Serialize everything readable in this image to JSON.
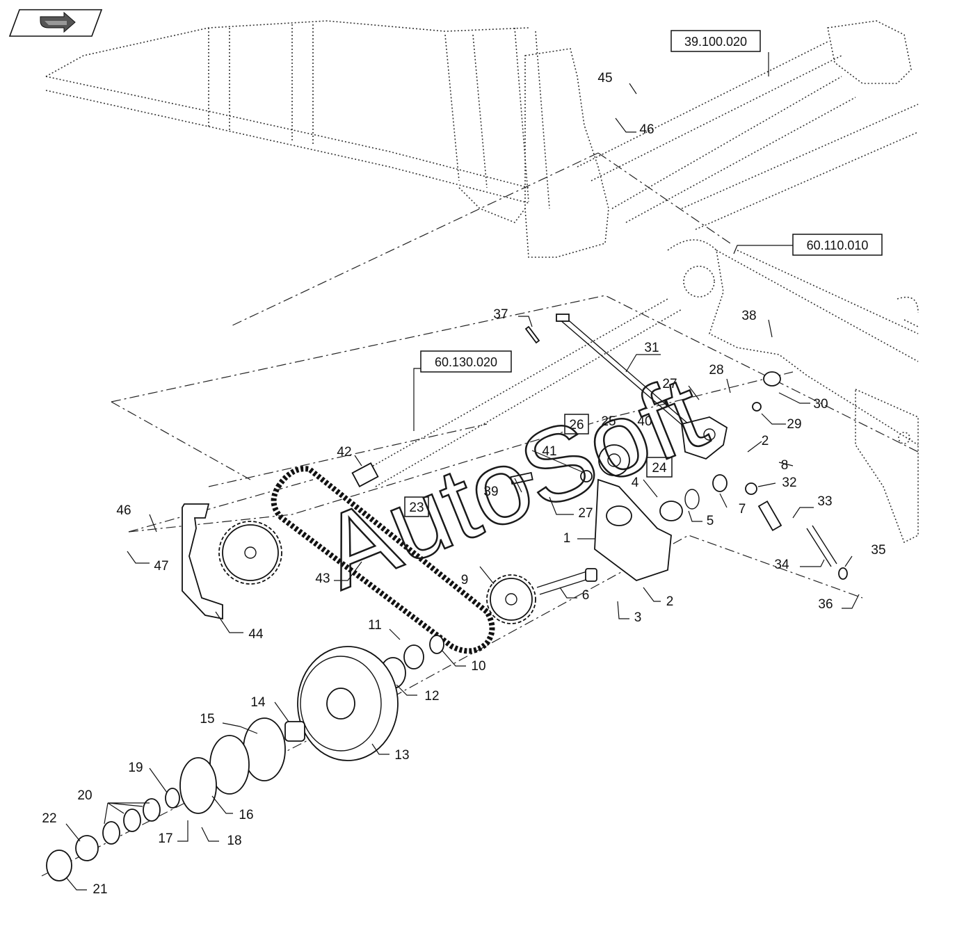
{
  "callouts": [
    {
      "id": "c45",
      "label": "45"
    },
    {
      "id": "c46a",
      "label": "46"
    },
    {
      "id": "c37",
      "label": "37"
    },
    {
      "id": "c38",
      "label": "38"
    },
    {
      "id": "c31",
      "label": "31"
    },
    {
      "id": "c27a",
      "label": "27"
    },
    {
      "id": "c28",
      "label": "28"
    },
    {
      "id": "c30",
      "label": "30"
    },
    {
      "id": "c29",
      "label": "29"
    },
    {
      "id": "c25",
      "label": "25"
    },
    {
      "id": "c40",
      "label": "40"
    },
    {
      "id": "c2a",
      "label": "2"
    },
    {
      "id": "c8",
      "label": "8"
    },
    {
      "id": "c41",
      "label": "41"
    },
    {
      "id": "c32",
      "label": "32"
    },
    {
      "id": "c42",
      "label": "42"
    },
    {
      "id": "c39",
      "label": "39"
    },
    {
      "id": "c4",
      "label": "4"
    },
    {
      "id": "c33",
      "label": "33"
    },
    {
      "id": "c27b",
      "label": "27"
    },
    {
      "id": "c5",
      "label": "5"
    },
    {
      "id": "c7",
      "label": "7"
    },
    {
      "id": "c46b",
      "label": "46"
    },
    {
      "id": "c1",
      "label": "1"
    },
    {
      "id": "c47",
      "label": "47"
    },
    {
      "id": "c35",
      "label": "35"
    },
    {
      "id": "c34",
      "label": "34"
    },
    {
      "id": "c43",
      "label": "43"
    },
    {
      "id": "c9",
      "label": "9"
    },
    {
      "id": "c6",
      "label": "6"
    },
    {
      "id": "c2b",
      "label": "2"
    },
    {
      "id": "c36",
      "label": "36"
    },
    {
      "id": "c3",
      "label": "3"
    },
    {
      "id": "c44",
      "label": "44"
    },
    {
      "id": "c11",
      "label": "11"
    },
    {
      "id": "c10",
      "label": "10"
    },
    {
      "id": "c12",
      "label": "12"
    },
    {
      "id": "c14",
      "label": "14"
    },
    {
      "id": "c15",
      "label": "15"
    },
    {
      "id": "c13",
      "label": "13"
    },
    {
      "id": "c19",
      "label": "19"
    },
    {
      "id": "c20",
      "label": "20"
    },
    {
      "id": "c16",
      "label": "16"
    },
    {
      "id": "c22",
      "label": "22"
    },
    {
      "id": "c17",
      "label": "17"
    },
    {
      "id": "c18",
      "label": "18"
    },
    {
      "id": "c21",
      "label": "21"
    }
  ],
  "boxed_callouts": [
    {
      "id": "b26",
      "label": "26"
    },
    {
      "id": "b24",
      "label": "24"
    },
    {
      "id": "b23",
      "label": "23"
    }
  ],
  "reference_boxes": [
    {
      "id": "r1",
      "label": "39.100.020"
    },
    {
      "id": "r2",
      "label": "60.110.010"
    },
    {
      "id": "r3",
      "label": "60.130.020"
    }
  ],
  "watermark": "AutoSoft",
  "nav_icon": "arrow-right-icon"
}
